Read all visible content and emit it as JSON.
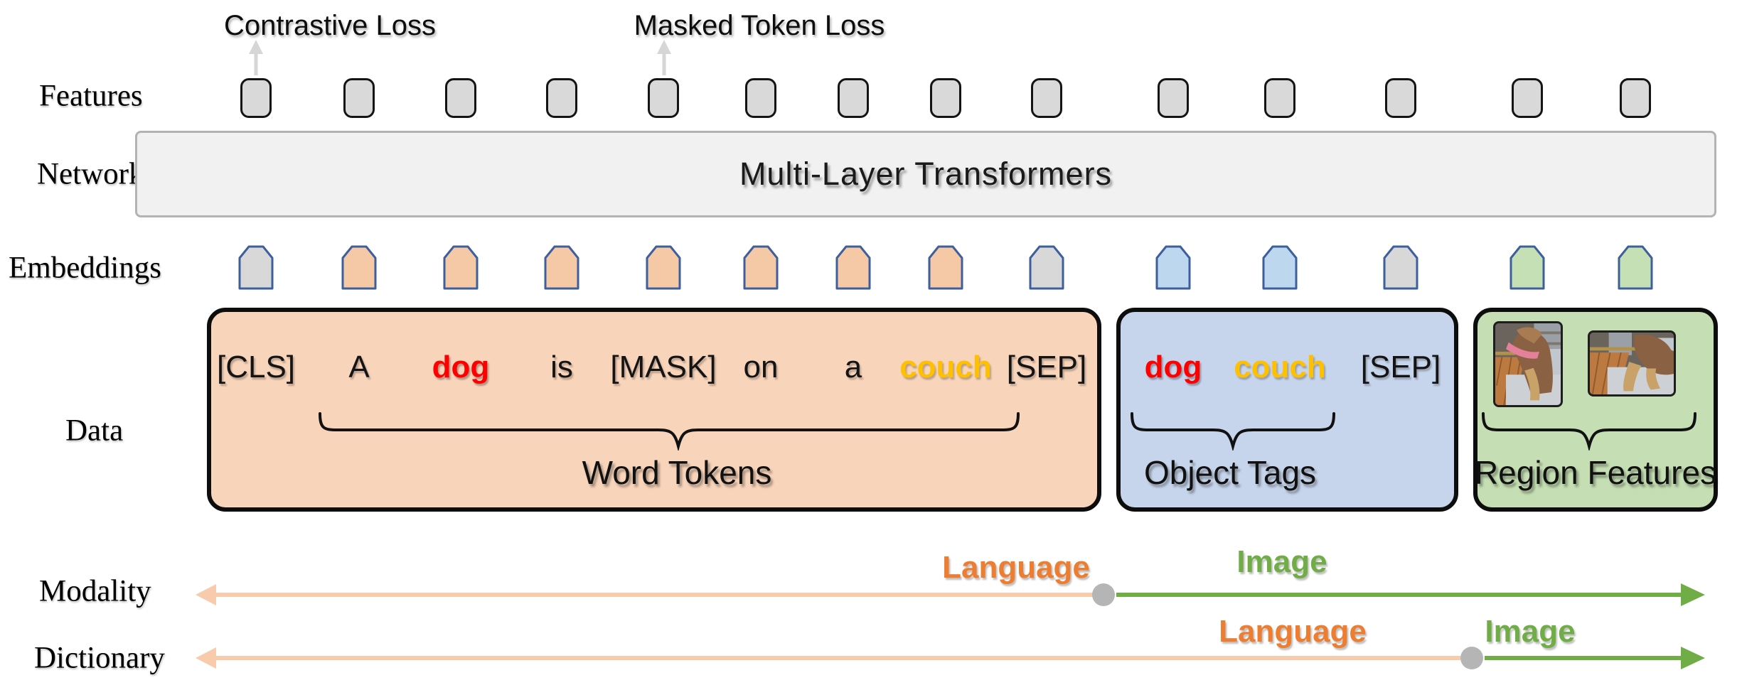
{
  "row_labels": {
    "features": "Features",
    "network": "Network",
    "embeddings": "Embeddings",
    "data": "Data",
    "modality": "Modality",
    "dictionary": "Dictionary"
  },
  "losses": {
    "contrastive": "Contrastive Loss",
    "masked": "Masked Token Loss"
  },
  "network": {
    "label": "Multi-Layer Transformers"
  },
  "columns": [
    {
      "token": "[CLS]",
      "style": "plain",
      "embedding": "gray",
      "group": "word"
    },
    {
      "token": "A",
      "style": "plain",
      "embedding": "orange",
      "group": "word"
    },
    {
      "token": "dog",
      "style": "red",
      "embedding": "orange",
      "group": "word"
    },
    {
      "token": "is",
      "style": "plain",
      "embedding": "orange",
      "group": "word"
    },
    {
      "token": "[MASK]",
      "style": "plain",
      "embedding": "orange",
      "group": "word"
    },
    {
      "token": "on",
      "style": "plain",
      "embedding": "orange",
      "group": "word"
    },
    {
      "token": "a",
      "style": "plain",
      "embedding": "orange",
      "group": "word"
    },
    {
      "token": "couch",
      "style": "gold",
      "embedding": "orange",
      "group": "word"
    },
    {
      "token": "[SEP]",
      "style": "plain",
      "embedding": "gray",
      "group": "word"
    },
    {
      "token": "dog",
      "style": "red",
      "embedding": "blue",
      "group": "tag"
    },
    {
      "token": "couch",
      "style": "gold",
      "embedding": "blue",
      "group": "tag"
    },
    {
      "token": "[SEP]",
      "style": "plain",
      "embedding": "gray",
      "group": "tag"
    },
    {
      "token": "",
      "style": "plain",
      "embedding": "green",
      "group": "region"
    },
    {
      "token": "",
      "style": "plain",
      "embedding": "green",
      "group": "region"
    }
  ],
  "groups": {
    "word": {
      "label": "Word Tokens"
    },
    "tag": {
      "label": "Object Tags"
    },
    "region": {
      "label": "Region Features"
    }
  },
  "region_images": [
    "dog-region-crop-1",
    "dog-region-crop-2"
  ],
  "modality_axis": {
    "language": "Language",
    "image": "Image"
  },
  "dictionary_axis": {
    "language": "Language",
    "image": "Image"
  },
  "colors": {
    "feature-fill": "#d9d9d9",
    "feature-border": "#141414",
    "network-fill": "#f1f1f1",
    "network-border": "#b3b3b3",
    "emb-border": "#3e5f9e",
    "emb-gray": "#d8d8d8",
    "emb-orange": "#f6c9a6",
    "emb-blue": "#bdd7ee",
    "emb-green": "#c5e0b4",
    "word-box-fill": "#f8d4ba",
    "tag-box-fill": "#c7d5ec",
    "region-box-fill": "#c5deb3",
    "box-border": "#0d0d0d",
    "token-red": "#fe0000",
    "token-gold": "#ffc000",
    "language-orange": "#ed7d31",
    "image-green": "#70ad47",
    "peach-line": "#f8cbad",
    "dot-gray": "#b5b5b5",
    "loss-arrow-gray": "#d6d6d6"
  }
}
